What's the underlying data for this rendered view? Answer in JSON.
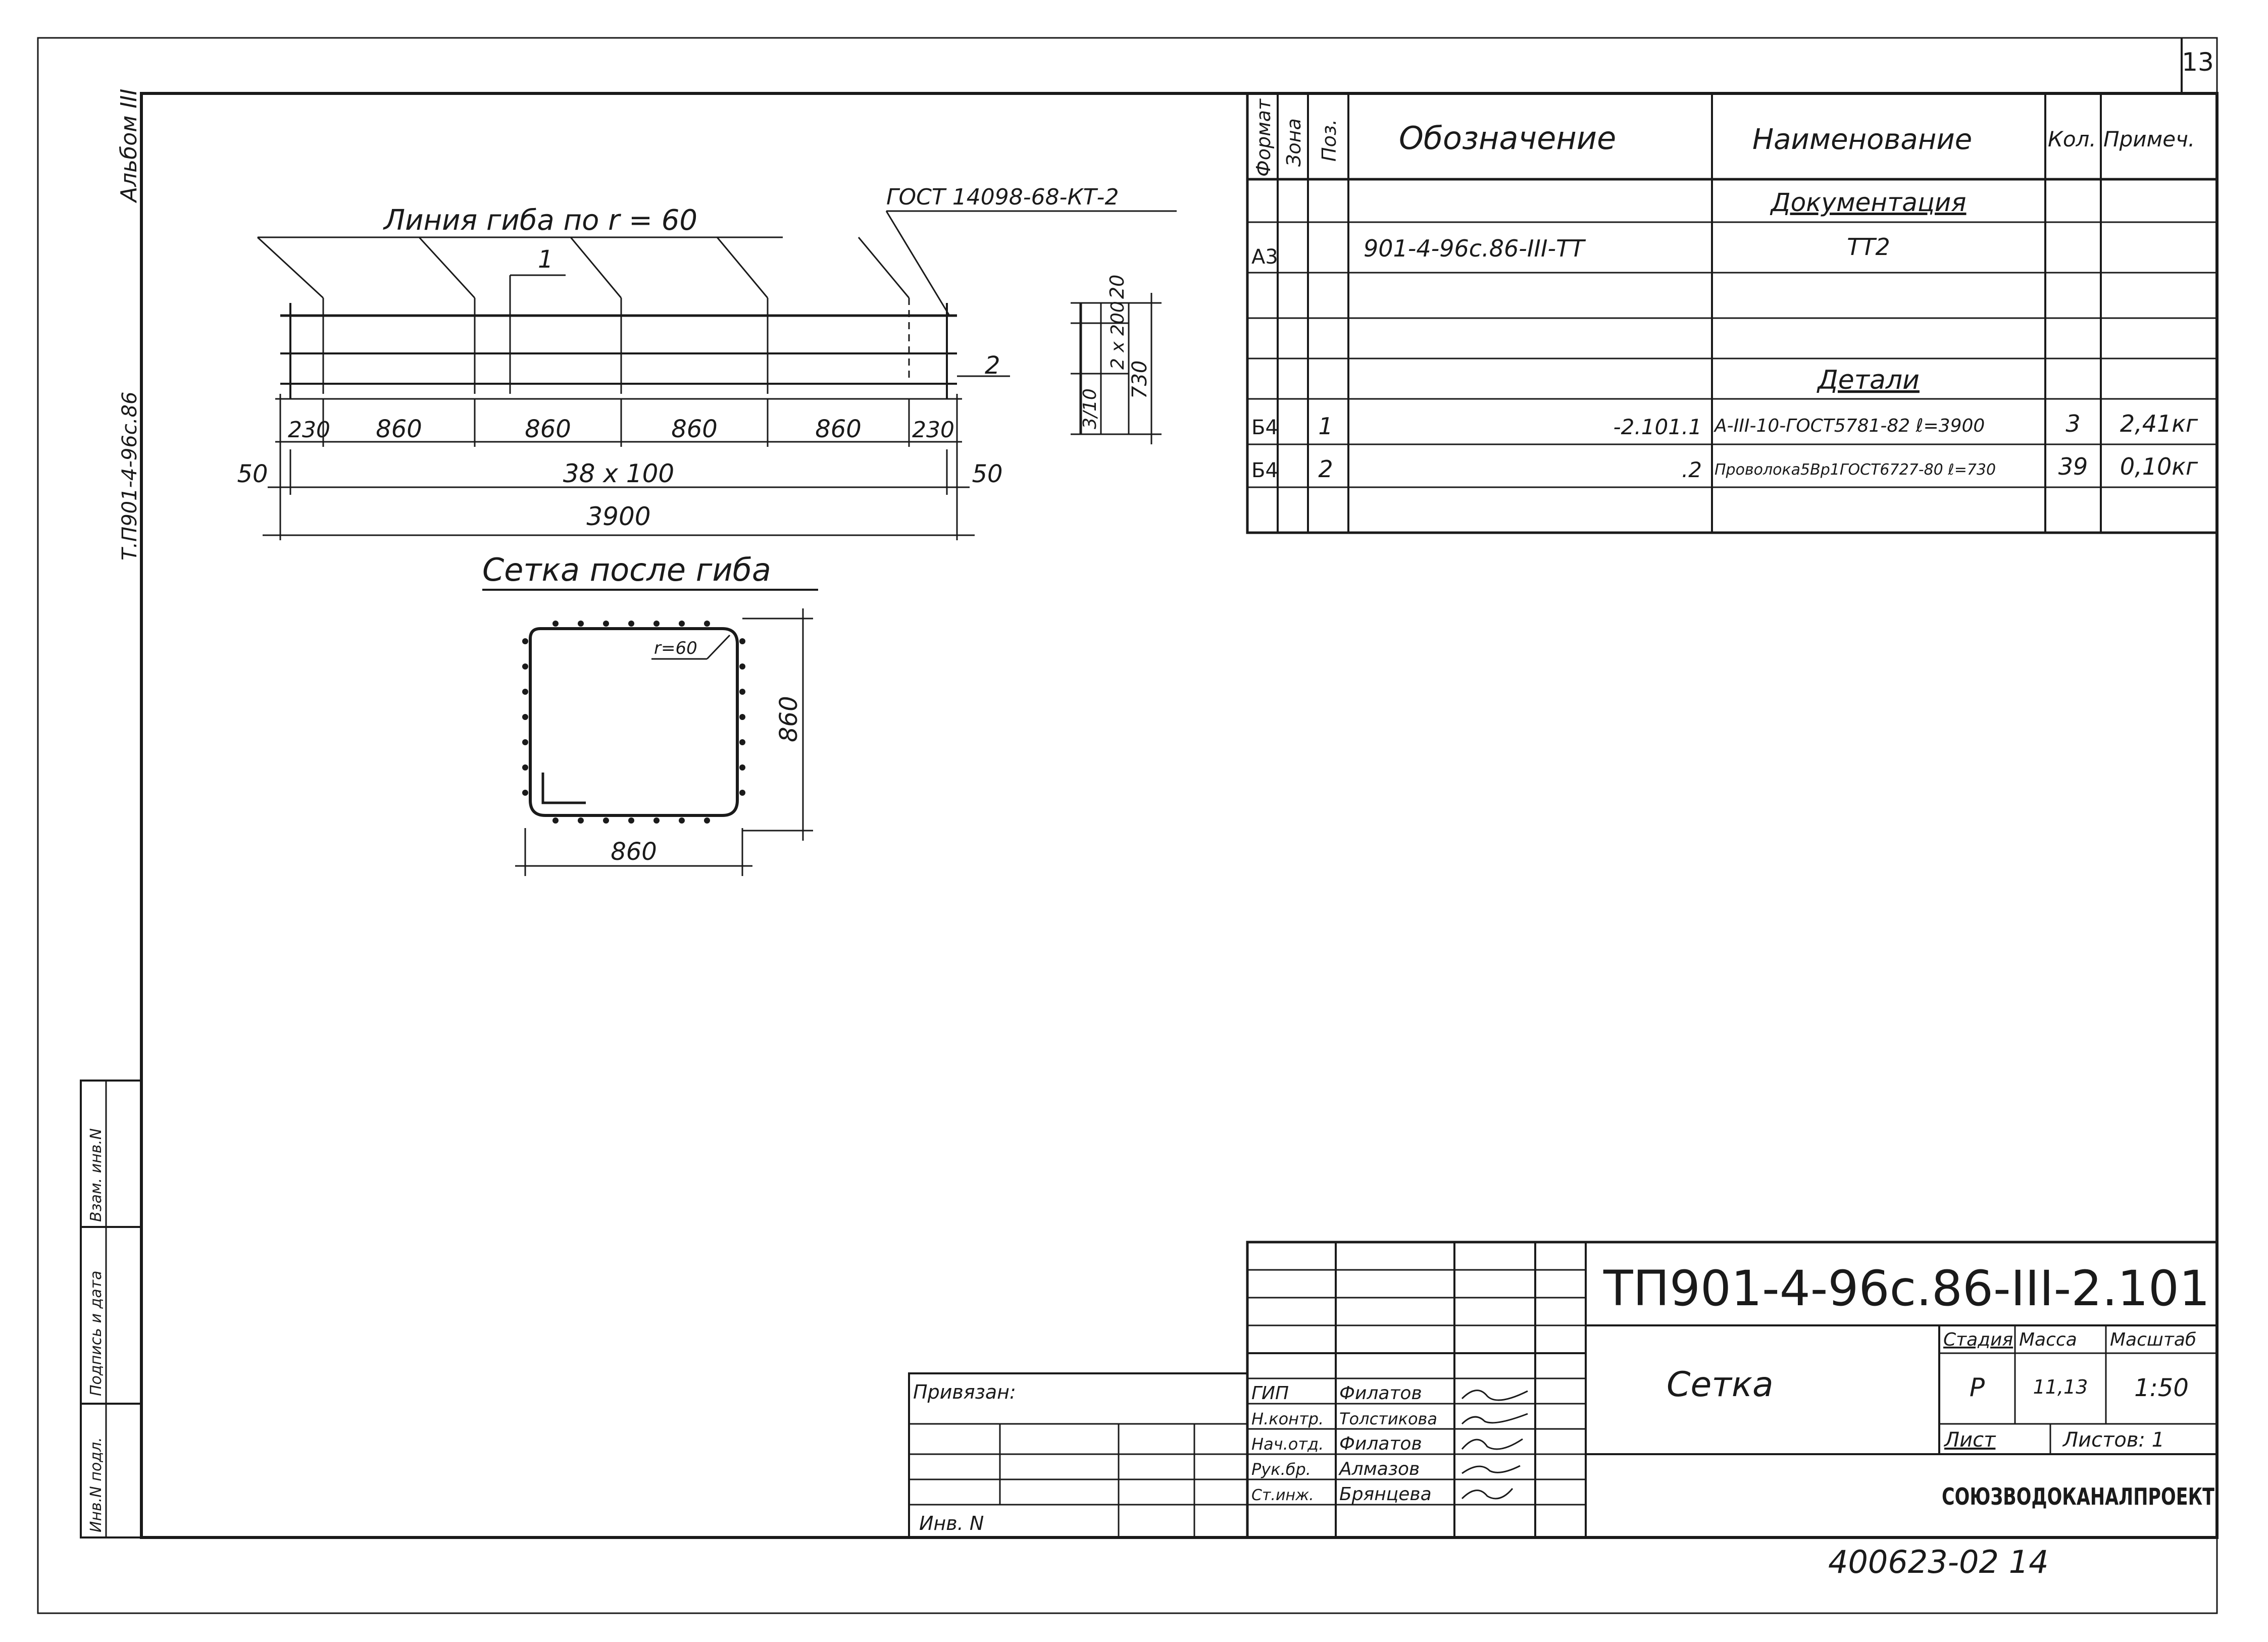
{
  "sheet_number": "13",
  "left_margin": {
    "album": "Альбом III",
    "doc_code": "Т.П901-4-96с.86",
    "stamp_boxes": [
      "Взам. инв.N",
      "Подпись и дата",
      "Инв.N подл."
    ]
  },
  "drawing": {
    "bend_line_label": "Линия гиба по r = 60",
    "gost_label": "ГОСТ 14098-68-КТ-2",
    "pos1": "1",
    "pos2": "2",
    "top_dims": [
      "230",
      "860",
      "860",
      "860",
      "860",
      "230"
    ],
    "dim_50": "50",
    "dim_38x100": "38 х 100",
    "dim_3900": "3900",
    "side_dims": [
      "20",
      "3/10",
      "2 х 200",
      "730"
    ],
    "after_bend_title": "Сетка после гиба",
    "radius_label": "r=60",
    "square_w": "860",
    "square_h": "860"
  },
  "spec_table": {
    "headers": [
      "Формат",
      "Зона",
      "Поз.",
      "Обозначение",
      "Наименование",
      "Кол.",
      "Примеч."
    ],
    "section_docs": "Документация",
    "section_details": "Детали",
    "rows": [
      {
        "format": "А3",
        "zone": "",
        "pos": "",
        "designation": "901-4-96с.86-III-ТТ",
        "name": "ТТ2",
        "qty": "",
        "note": ""
      },
      {
        "format": "Б4",
        "zone": "",
        "pos": "1",
        "designation": "-2.101.1",
        "name": "А-III-10-ГОСТ5781-82 ℓ=3900",
        "qty": "3",
        "note": "2,41кг"
      },
      {
        "format": "Б4",
        "zone": "",
        "pos": "2",
        "designation": ".2",
        "name": "Проволока5Вр1ГОСТ6727-80 ℓ=730",
        "qty": "39",
        "note": "0,10кг"
      }
    ]
  },
  "title_block": {
    "privyazan": "Привязан:",
    "inv": "Инв. N",
    "code": "ТП901-4-96с.86-III-2.101",
    "item_name": "Сетка",
    "stage_label": "Стадия",
    "mass_label": "Масса",
    "scale_label": "Масштаб",
    "stage": "Р",
    "mass": "11,13",
    "scale": "1:50",
    "sheet_label": "Лист",
    "sheets_label": "Листов: 1",
    "org": "СОЮЗВОДОКАНАЛПРОЕКТ",
    "people": [
      {
        "role": "ГИП",
        "name": "Филатов"
      },
      {
        "role": "Н.контр.",
        "name": "Толстикова"
      },
      {
        "role": "Нач.отд.",
        "name": "Филатов"
      },
      {
        "role": "Рук.бр.",
        "name": "Алмазов"
      },
      {
        "role": "Ст.инж.",
        "name": "Брянцева"
      }
    ]
  },
  "bottom_note": "400623-02 14"
}
